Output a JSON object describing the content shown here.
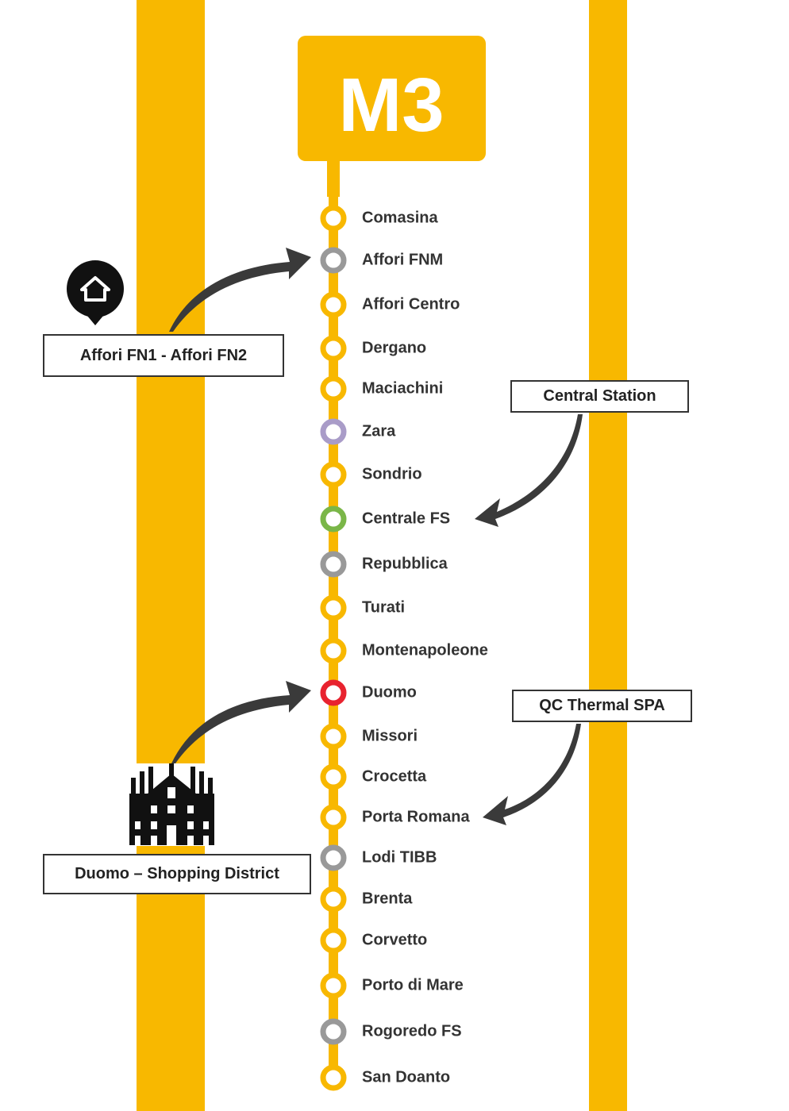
{
  "line": {
    "name": "M3",
    "color": "#f8b800"
  },
  "stations": [
    {
      "name": "Comasina",
      "ring": "#f8b800"
    },
    {
      "name": "Affori FNM",
      "ring": "#999999"
    },
    {
      "name": "Affori Centro",
      "ring": "#f8b800"
    },
    {
      "name": "Dergano",
      "ring": "#f8b800"
    },
    {
      "name": "Maciachini",
      "ring": "#f8b800"
    },
    {
      "name": "Zara",
      "ring": "#a99cc8"
    },
    {
      "name": "Sondrio",
      "ring": "#f8b800"
    },
    {
      "name": "Centrale FS",
      "ring": "#7ab648"
    },
    {
      "name": "Repubblica",
      "ring": "#999999"
    },
    {
      "name": "Turati",
      "ring": "#f8b800"
    },
    {
      "name": "Montenapoleone",
      "ring": "#f8b800"
    },
    {
      "name": "Duomo",
      "ring": "#e8232f"
    },
    {
      "name": "Missori",
      "ring": "#f8b800"
    },
    {
      "name": "Crocetta",
      "ring": "#f8b800"
    },
    {
      "name": "Porta Romana",
      "ring": "#f8b800"
    },
    {
      "name": "Lodi TIBB",
      "ring": "#999999"
    },
    {
      "name": "Brenta",
      "ring": "#f8b800"
    },
    {
      "name": "Corvetto",
      "ring": "#f8b800"
    },
    {
      "name": "Porto di Mare",
      "ring": "#f8b800"
    },
    {
      "name": "Rogoredo FS",
      "ring": "#999999"
    },
    {
      "name": "San Doanto",
      "ring": "#f8b800"
    }
  ],
  "callouts": {
    "affori": "Affori FN1 - Affori FN2",
    "central": "Central Station",
    "qc": "QC Thermal SPA",
    "duomo": "Duomo – Shopping District"
  },
  "icons": {
    "home": "home-pin-icon",
    "cathedral": "duomo-cathedral-icon"
  }
}
